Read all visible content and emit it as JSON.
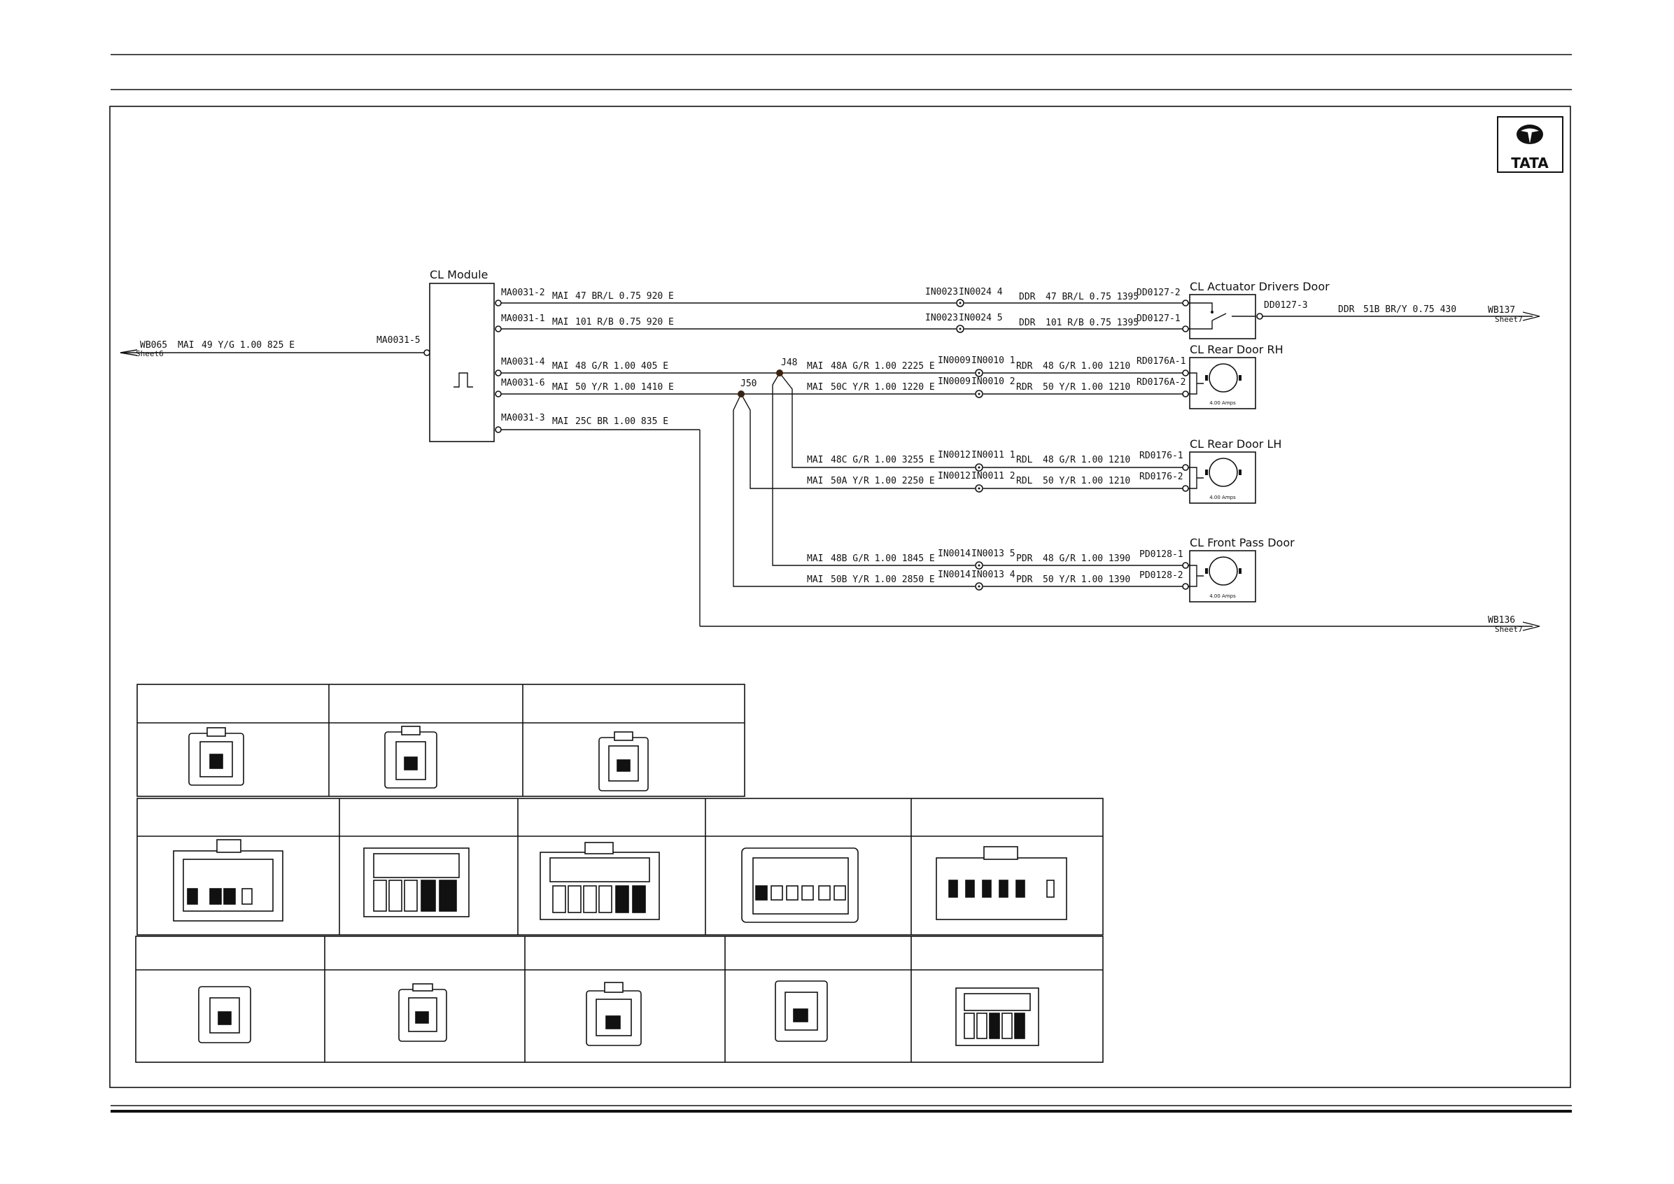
{
  "logo": {
    "brand": "TATA"
  },
  "module": {
    "label": "CL Module",
    "left_pin": "MA0031-5"
  },
  "left_connector": {
    "ref": "WB065",
    "sheet": "Sheet6",
    "wire": [
      "MAI",
      "49 Y/G 1.00 825 E"
    ]
  },
  "module_pins": [
    {
      "pin": "MA0031-2",
      "wire": [
        "MAI",
        "47 BR/L 0.75 920 E"
      ]
    },
    {
      "pin": "MA0031-1",
      "wire": [
        "MAI",
        "101 R/B 0.75 920 E"
      ]
    },
    {
      "pin": "MA0031-4",
      "wire": [
        "MAI",
        "48 G/R 1.00 405 E"
      ]
    },
    {
      "pin": "MA0031-6",
      "wire": [
        "MAI",
        "50 Y/R 1.00 1410 E"
      ]
    },
    {
      "pin": "MA0031-3",
      "wire": [
        "MAI",
        "25C BR 1.00 835 E"
      ]
    }
  ],
  "splices": [
    "J48",
    "J50"
  ],
  "branches": [
    {
      "wire": [
        "MAI",
        "48A G/R 1.00 2225 E"
      ],
      "inline": [
        "IN0009",
        "IN0010 1"
      ],
      "out": [
        "RDR",
        "48 G/R 1.00 1210"
      ],
      "pin": "RD0176A-1"
    },
    {
      "wire": [
        "MAI",
        "50C Y/R 1.00 1220 E"
      ],
      "inline": [
        "IN0009",
        "IN0010 2"
      ],
      "out": [
        "RDR",
        "50 Y/R 1.00 1210"
      ],
      "pin": "RD0176A-2"
    },
    {
      "wire": [
        "MAI",
        "48C G/R 1.00 3255 E"
      ],
      "inline": [
        "IN0012",
        "IN0011 1"
      ],
      "out": [
        "RDL",
        "48 G/R 1.00 1210"
      ],
      "pin": "RD0176-1"
    },
    {
      "wire": [
        "MAI",
        "50A Y/R 1.00 2250 E"
      ],
      "inline": [
        "IN0012",
        "IN0011 2"
      ],
      "out": [
        "RDL",
        "50 Y/R 1.00 1210"
      ],
      "pin": "RD0176-2"
    },
    {
      "wire": [
        "MAI",
        "48B G/R 1.00 1845 E"
      ],
      "inline": [
        "IN0014",
        "IN0013 5"
      ],
      "out": [
        "PDR",
        "48 G/R 1.00 1390"
      ],
      "pin": "PD0128-1"
    },
    {
      "wire": [
        "MAI",
        "50B Y/R 1.00 2850 E"
      ],
      "inline": [
        "IN0014",
        "IN0013 4"
      ],
      "out": [
        "PDR",
        "50 Y/R 1.00 1390"
      ],
      "pin": "PD0128-2"
    }
  ],
  "driver_door_lines": [
    {
      "inline": [
        "IN0023",
        "IN0024 4"
      ],
      "out": [
        "DDR",
        "47 BR/L 0.75 1395"
      ],
      "pin": "DD0127-2"
    },
    {
      "inline": [
        "IN0023",
        "IN0024 5"
      ],
      "out": [
        "DDR",
        "101 R/B 0.75 1395"
      ],
      "pin": "DD0127-1"
    }
  ],
  "driver_door_output": {
    "pin": "DD0127-3",
    "wire": [
      "DDR",
      "51B BR/Y 0.75 430"
    ],
    "ref": "WB137",
    "sheet": "Sheet7"
  },
  "bottom_connector": {
    "ref": "WB136",
    "sheet": "Sheet7"
  },
  "components": [
    {
      "label": "CL Actuator Drivers Door"
    },
    {
      "label": "CL Rear Door RH",
      "rating": "4.00 Amps"
    },
    {
      "label": "CL Rear Door LH",
      "rating": "4.00 Amps"
    },
    {
      "label": "CL Front Pass Door",
      "rating": "4.00 Amps"
    }
  ]
}
